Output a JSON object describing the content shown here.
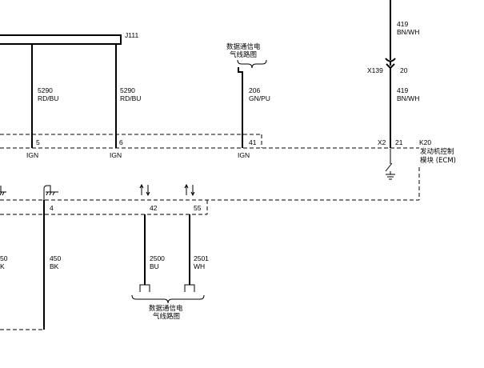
{
  "connectors": {
    "j111": "J111",
    "x139": "X139",
    "x139_pin": "20",
    "x2": "X2",
    "x2_pin": "21"
  },
  "module": {
    "ref": "K20",
    "name_line1": "发动机控制",
    "name_line2": "模块 (ECM)"
  },
  "data_comm_label": {
    "line1": "数据通信电",
    "line2": "气线路图"
  },
  "wires": [
    {
      "id": "5290a",
      "circuit": "5290",
      "color": "RD/BU",
      "pin": "5",
      "pin_label": "IGN"
    },
    {
      "id": "5290b",
      "circuit": "5290",
      "color": "RD/BU",
      "pin": "6",
      "pin_label": "IGN"
    },
    {
      "id": "206",
      "circuit": "206",
      "color": "GN/PU",
      "pin": "41",
      "pin_label": "IGN"
    },
    {
      "id": "419a",
      "circuit": "419",
      "color": "BN/WH"
    },
    {
      "id": "419b",
      "circuit": "419",
      "color": "BN/WH"
    },
    {
      "id": "2500",
      "circuit": "2500",
      "color": "BU",
      "pin": "42"
    },
    {
      "id": "2501",
      "circuit": "2501",
      "color": "WH",
      "pin": "55"
    },
    {
      "id": "450a",
      "circuit": "450",
      "color": "BK",
      "pin": "4"
    },
    {
      "id": "450_cut",
      "circuit_tail": "50",
      "color_tail": "K"
    }
  ]
}
